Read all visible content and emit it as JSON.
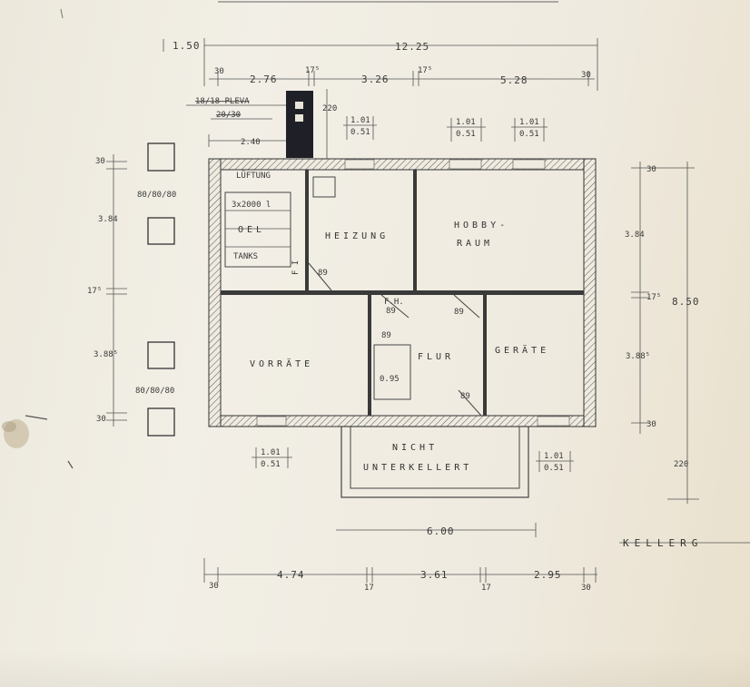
{
  "plan": {
    "top_title_partial": "",
    "dims_top": {
      "overall_left": "1.50",
      "overall": "12.25",
      "seg_30_a": "30",
      "seg_276": "2.76",
      "seg_175_a": "17⁵",
      "seg_326": "3.26",
      "seg_175_b": "17⁵",
      "seg_528": "5.28",
      "seg_30_b": "30"
    },
    "chimney": {
      "label_pleva": "18/18 PLEVA",
      "label_size": "20/30",
      "height": "220",
      "width": "2.40"
    },
    "windows_top": [
      {
        "top": "1.01",
        "bottom": "0.51"
      },
      {
        "top": "1.01",
        "bottom": "0.51"
      },
      {
        "top": "1.01",
        "bottom": "0.51"
      }
    ],
    "windows_bottom": [
      {
        "top": "1.01",
        "bottom": "0.51"
      },
      {
        "top": "1.01",
        "bottom": "0.51"
      }
    ],
    "pillars": {
      "size_top": "80/80/80",
      "size_bottom": "80/80/80"
    },
    "dims_left": {
      "d30_top": "30",
      "d384": "3.84",
      "d175": "17⁵",
      "d3885": "3.88⁵",
      "d30_bottom": "30"
    },
    "dims_right": {
      "d30_top": "30",
      "d384": "3.84",
      "d175": "17⁵",
      "overall": "8.50",
      "d3885": "3.88⁵",
      "d30_bottom": "30",
      "d220": "220"
    },
    "rooms": {
      "lueftung": "LÜFTUNG",
      "tank_cap": "3x2000 l",
      "oel": "OEL",
      "tanks": "TANKS",
      "heizung": "HEIZUNG",
      "hobby": "HOBBY-",
      "raum": "RAUM",
      "vorraete": "VORRÄTE",
      "flur": "FLUR",
      "geraete": "GERÄTE",
      "nicht": "NICHT",
      "unterkellert": "UNTERKELLERT"
    },
    "doors": {
      "d1": "89",
      "fh": "F.H.",
      "d2": "89",
      "d3": "89",
      "d4": "89",
      "d5": "89",
      "stair": "0.95",
      "fi": "F I"
    },
    "dims_bottom": {
      "overall": "6.00",
      "seg_30_a": "30",
      "seg_474": "4.74",
      "seg_17_a": "17",
      "seg_361": "3.61",
      "seg_17_b": "17",
      "seg_295": "2.95",
      "seg_30_b": "30"
    },
    "sheet_title": "KELLERG"
  }
}
